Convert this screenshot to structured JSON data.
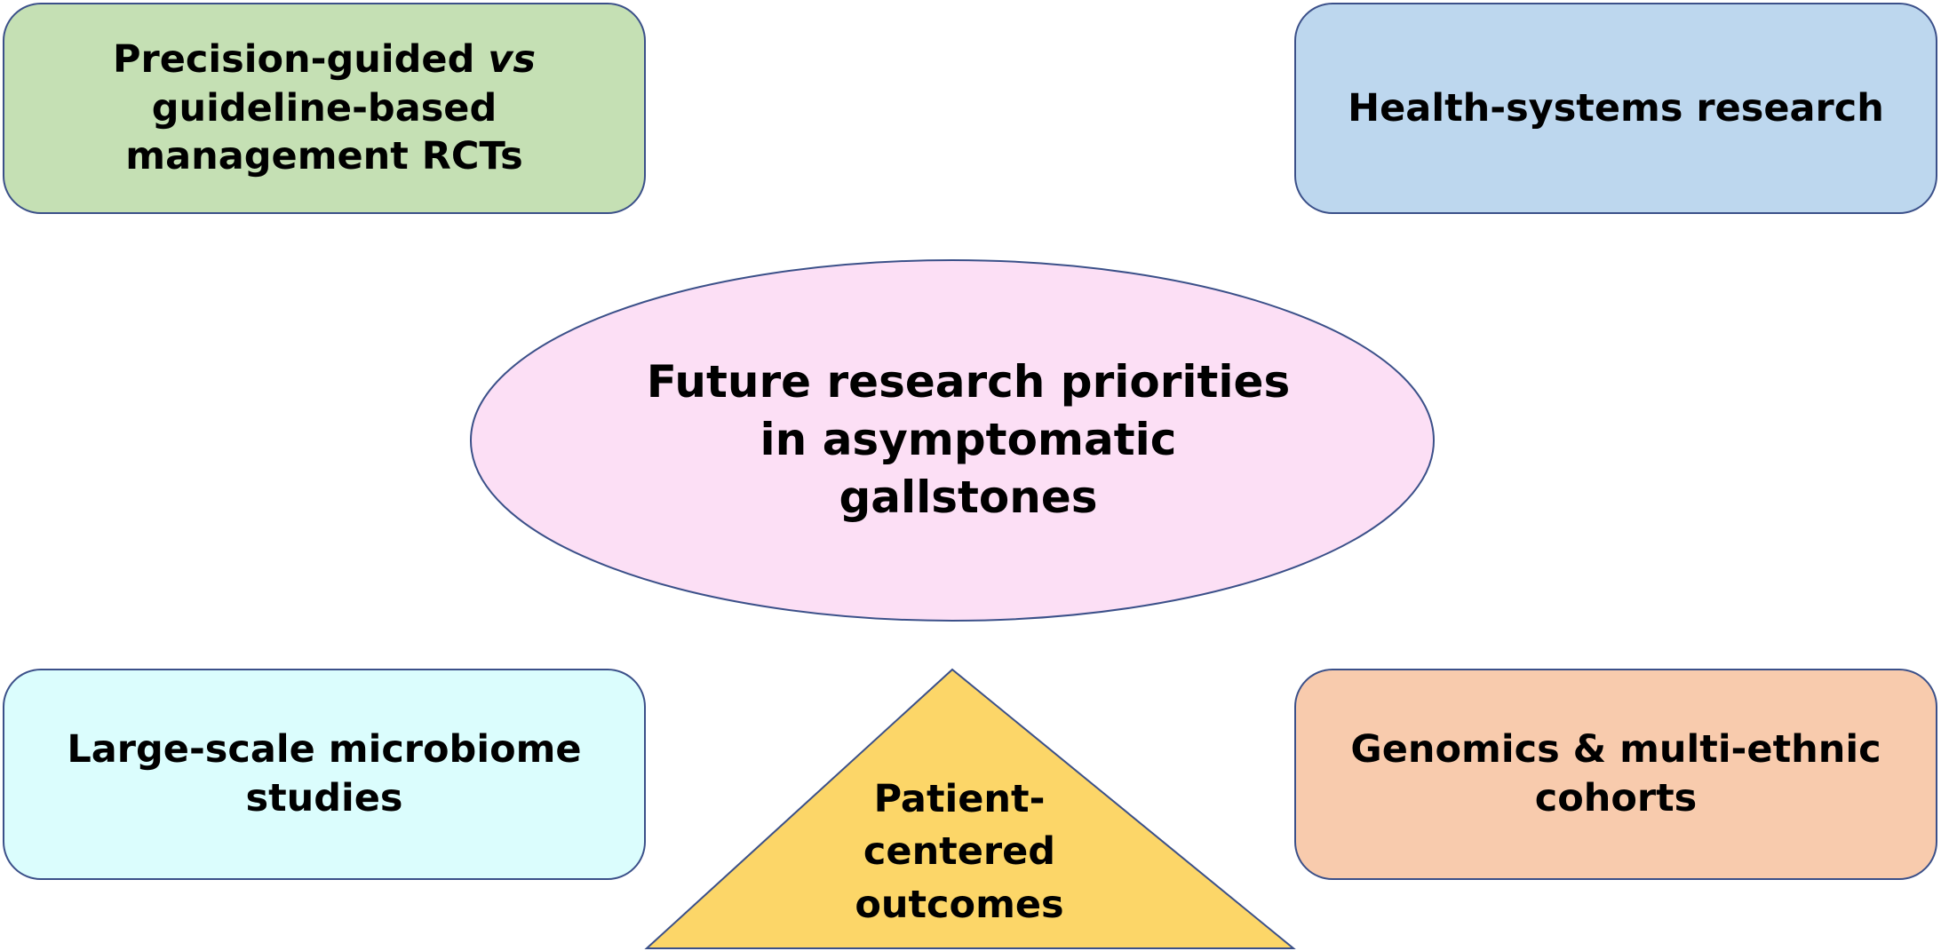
{
  "diagram": {
    "center": {
      "lines": [
        "Future research priorities",
        "in asymptomatic",
        "gallstones"
      ],
      "fill": "#fcdff5"
    },
    "top_left": {
      "line1_prefix": "Precision-guided ",
      "line1_em": "vs",
      "line2": "guideline-based",
      "line3": "management RCTs",
      "fill": "#c5e0b4"
    },
    "top_right": {
      "lines": [
        "Health-systems research"
      ],
      "fill": "#bdd7ee"
    },
    "bottom_left": {
      "lines": [
        "Large-scale microbiome",
        "studies"
      ],
      "fill": "#dbfdfd"
    },
    "bottom_right": {
      "lines": [
        "Genomics & multi-ethnic",
        "cohorts"
      ],
      "fill": "#f8cbad"
    },
    "triangle": {
      "lines": [
        "Patient-",
        "centered",
        "outcomes"
      ],
      "fill": "#fcd668"
    },
    "stroke": "#3b5089"
  }
}
